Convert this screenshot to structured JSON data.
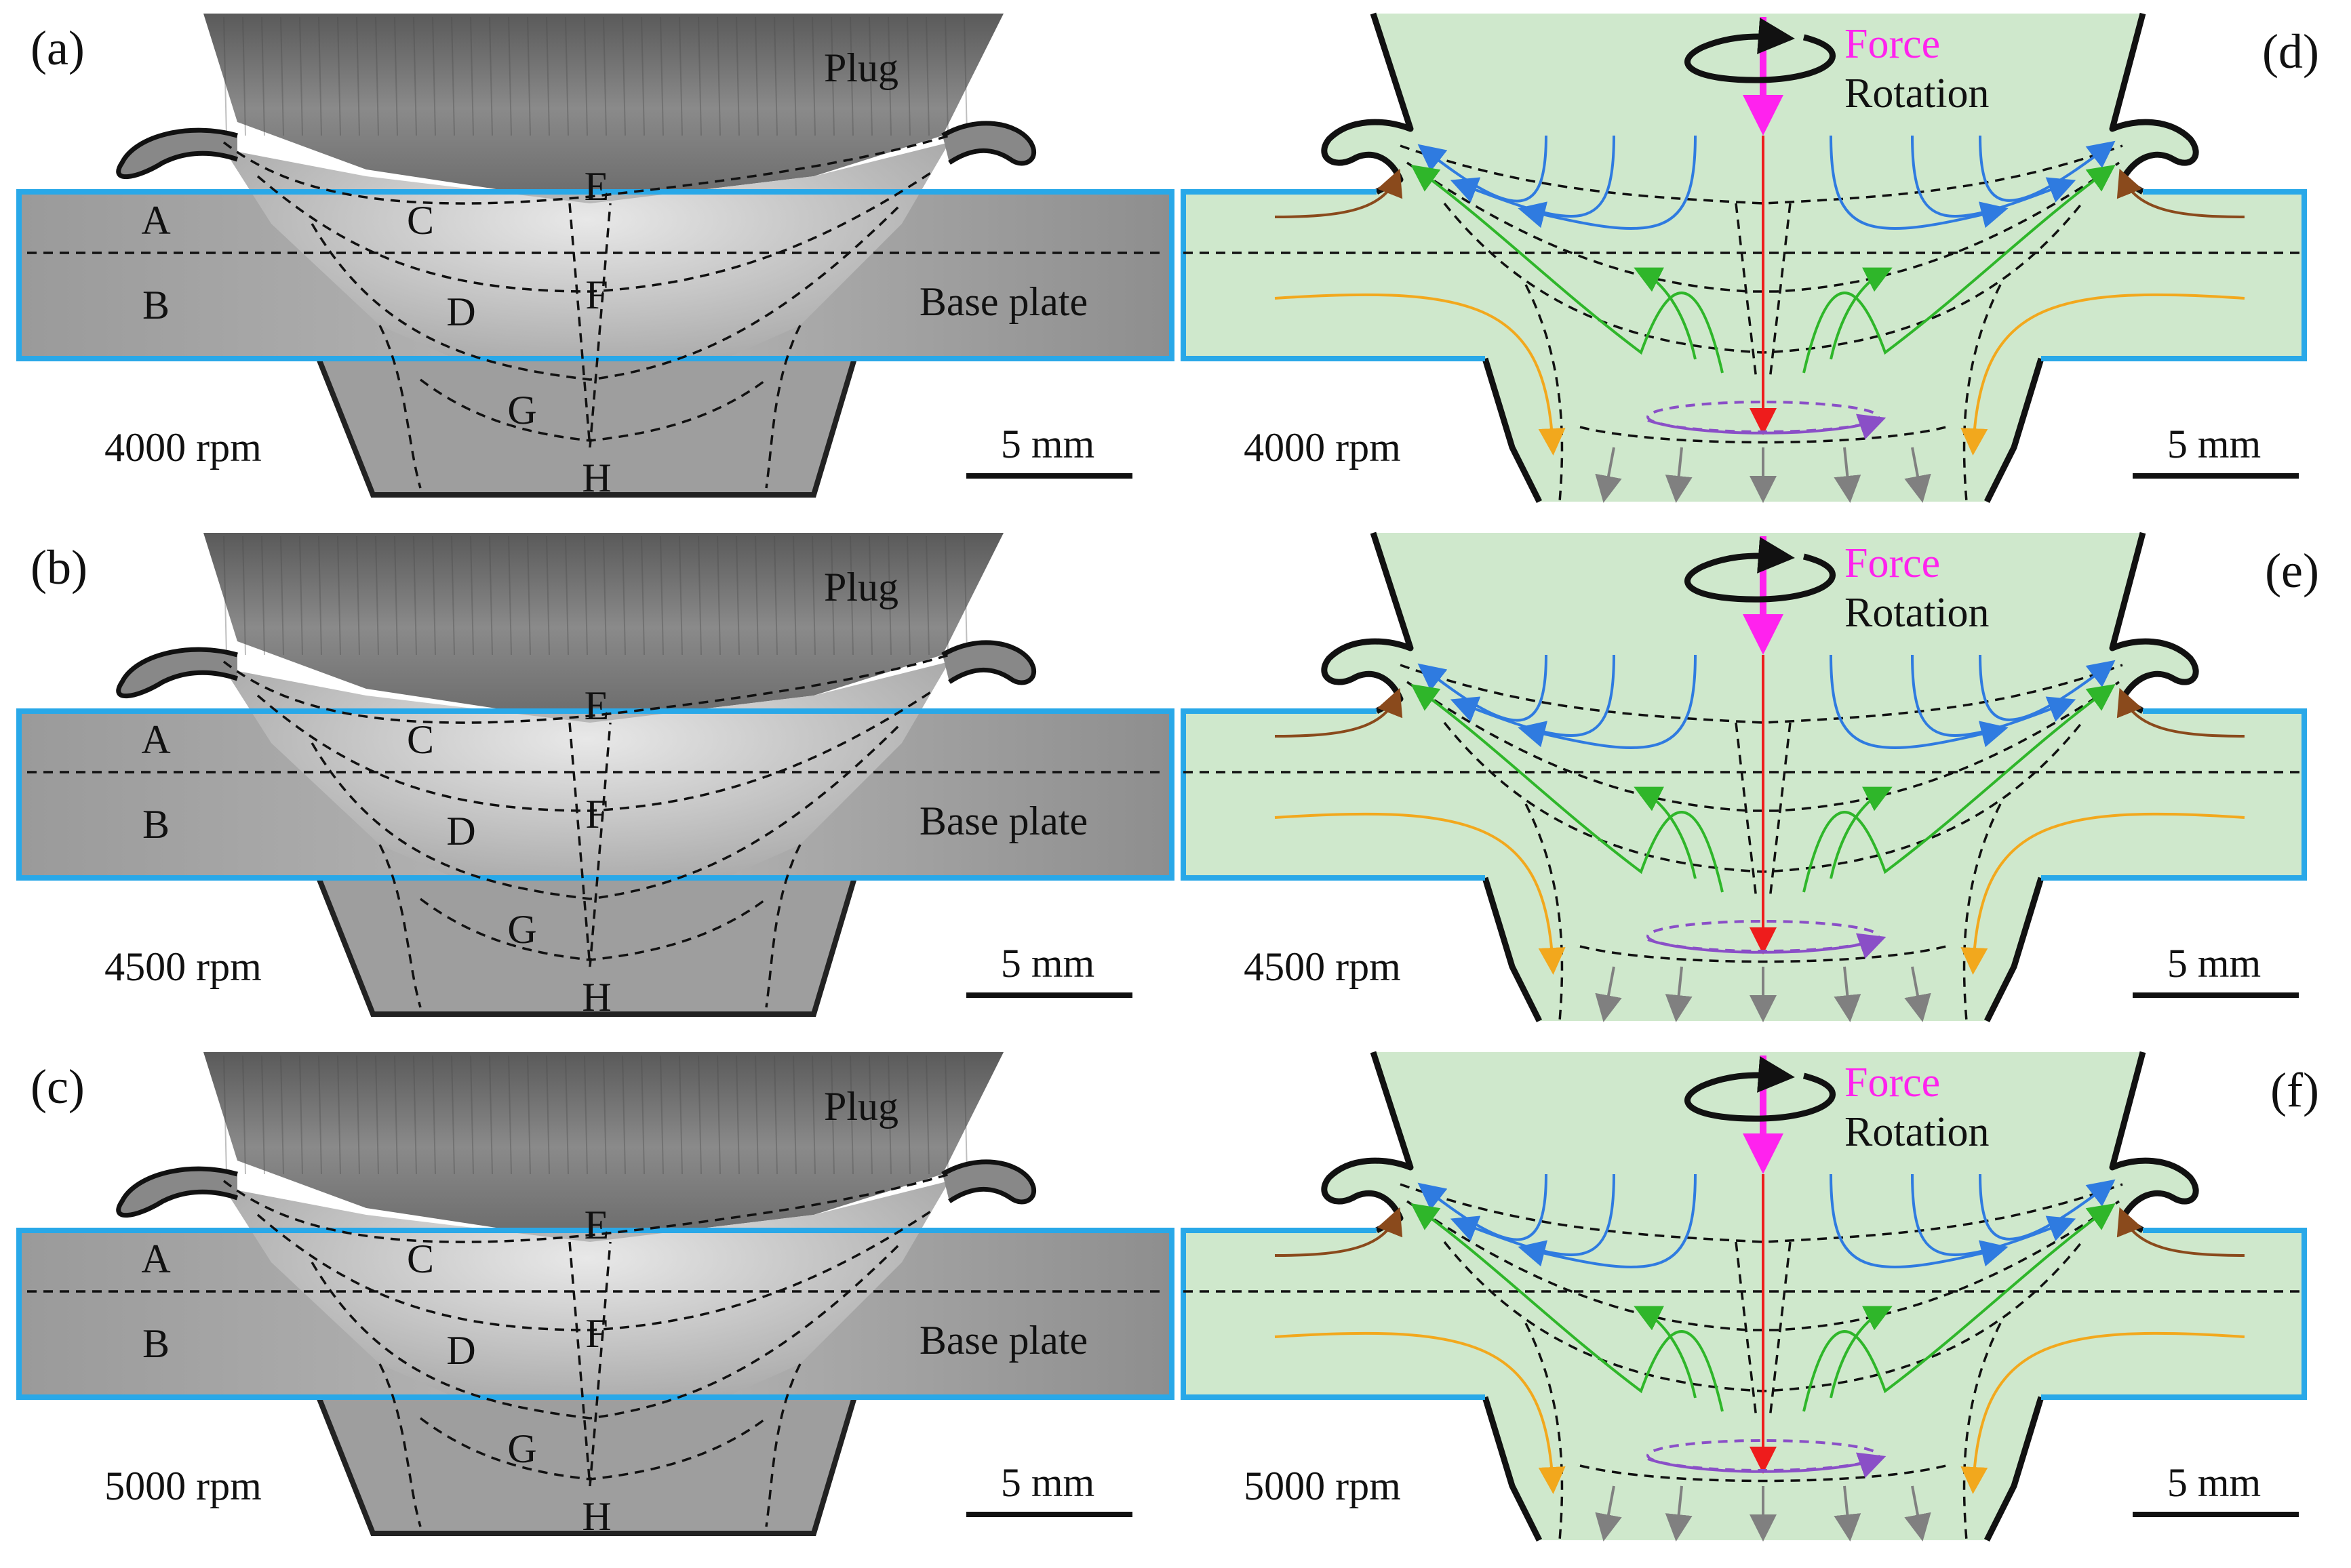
{
  "panels": [
    {
      "id": "a",
      "label": "(a)",
      "rpm": "4000 rpm",
      "has_plug_label": true
    },
    {
      "id": "b",
      "label": "(b)",
      "rpm": "4500 rpm",
      "has_plug_label": true
    },
    {
      "id": "c",
      "label": "(c)",
      "rpm": "5000 rpm",
      "has_plug_label": true
    }
  ],
  "schematics": [
    {
      "id": "d",
      "label": "(d)",
      "rpm": "4000 rpm"
    },
    {
      "id": "e",
      "label": "(e)",
      "rpm": "4500 rpm"
    },
    {
      "id": "f",
      "label": "(f)",
      "rpm": "5000 rpm"
    }
  ],
  "text": {
    "plug": "Plug",
    "base_plate": "Base plate",
    "scale_bar": "5 mm",
    "force": "Force",
    "rotation": "Rotation",
    "zones": [
      "A",
      "B",
      "C",
      "D",
      "E",
      "F",
      "G",
      "H"
    ]
  },
  "colors": {
    "plate_outline": "#29a8e8",
    "schematic_fill": "#cfe8cc",
    "force": "#ff22ee",
    "flow_blue": "#2f7be0",
    "flow_green": "#2fb62a",
    "flow_orange": "#f2a81d",
    "flow_brown": "#8a4a1c",
    "flow_purple": "#8a4fc7",
    "flow_gray": "#808080",
    "axis_red": "#ee1c1c"
  }
}
